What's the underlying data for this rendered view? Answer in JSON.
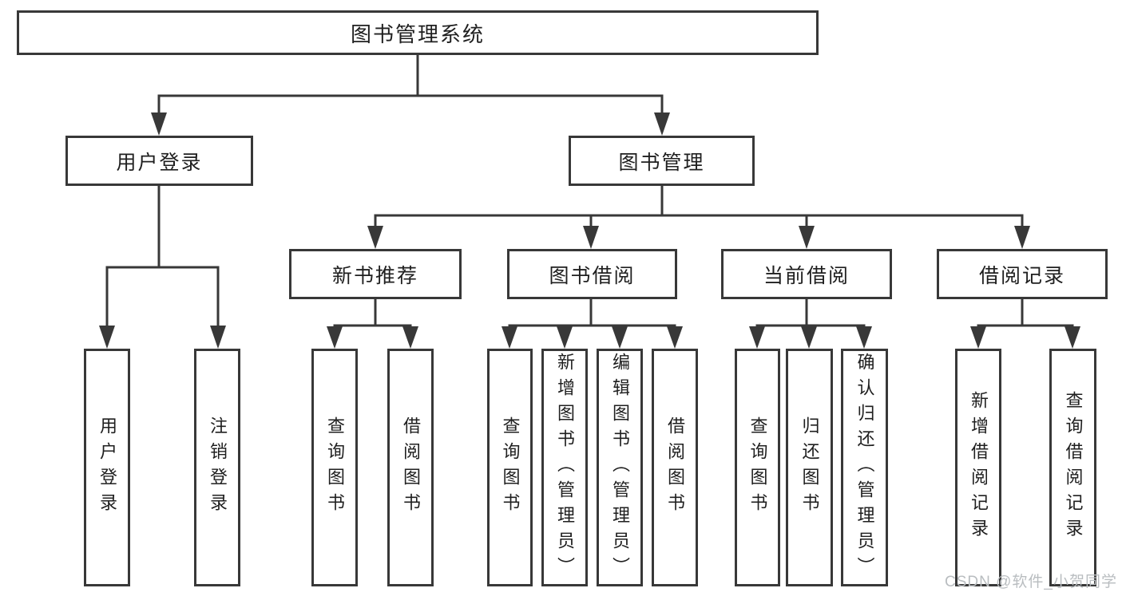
{
  "diagram_title": "图书管理系统",
  "watermark": "CSDN @软件_小贺同学",
  "colors": {
    "line": "#383838",
    "text": "#1f1f1f",
    "background": "#ffffff",
    "watermark": "#b9bdc0"
  },
  "nodes": {
    "root": {
      "label": "图书管理系统"
    },
    "level2": [
      {
        "label": "用户登录",
        "parent": "图书管理系统"
      },
      {
        "label": "图书管理",
        "parent": "图书管理系统"
      }
    ],
    "level3": [
      {
        "label": "新书推荐",
        "parent": "图书管理"
      },
      {
        "label": "图书借阅",
        "parent": "图书管理"
      },
      {
        "label": "当前借阅",
        "parent": "图书管理"
      },
      {
        "label": "借阅记录",
        "parent": "图书管理"
      }
    ],
    "level4": [
      {
        "label": "用户登录",
        "parent": "用户登录"
      },
      {
        "label": "注销登录",
        "parent": "用户登录"
      },
      {
        "label": "查询图书",
        "parent": "新书推荐"
      },
      {
        "label": "借阅图书",
        "parent": "新书推荐"
      },
      {
        "label": "查询图书",
        "parent": "图书借阅"
      },
      {
        "label": "新增图书（管理员）",
        "parent": "图书借阅"
      },
      {
        "label": "编辑图书（管理员）",
        "parent": "图书借阅"
      },
      {
        "label": "借阅图书",
        "parent": "图书借阅"
      },
      {
        "label": "查询图书",
        "parent": "当前借阅"
      },
      {
        "label": "归还图书",
        "parent": "当前借阅"
      },
      {
        "label": "确认归还（管理员）",
        "parent": "当前借阅"
      },
      {
        "label": "新增借阅记录",
        "parent": "借阅记录"
      },
      {
        "label": "查询借阅记录",
        "parent": "借阅记录"
      }
    ]
  }
}
